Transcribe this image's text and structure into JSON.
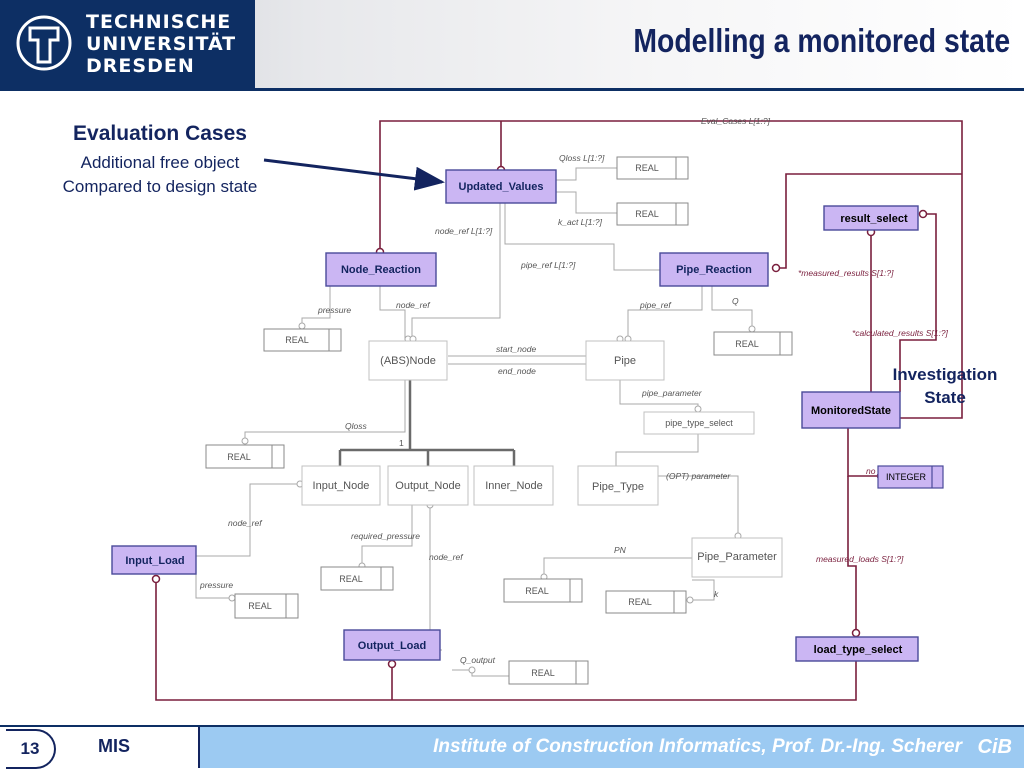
{
  "header": {
    "logo_lines": [
      "TECHNISCHE",
      "UNIVERSITÄT",
      "DRESDEN"
    ],
    "title": "Modelling a monitored state"
  },
  "annotations": {
    "eval_title": "Evaluation Cases",
    "eval_line1": "Additional free object",
    "eval_line2": "Compared to design state",
    "investigation_line1": "Investigation",
    "investigation_line2": "State"
  },
  "diagram": {
    "entities": {
      "updated_values": "Updated_Values",
      "node_reaction": "Node_Reaction",
      "pipe_reaction": "Pipe_Reaction",
      "result_select": "result_select",
      "monitored_state": "MonitoredState",
      "input_load": "Input_Load",
      "output_load": "Output_Load",
      "load_type_select": "load_type_select",
      "abs_node": "(ABS)Node",
      "pipe": "Pipe",
      "input_node": "Input_Node",
      "output_node": "Output_Node",
      "inner_node": "Inner_Node",
      "pipe_type": "Pipe_Type",
      "pipe_type_select": "pipe_type_select",
      "pipe_parameter": "Pipe_Parameter"
    },
    "types": {
      "real": "REAL",
      "integer": "INTEGER"
    },
    "relations": {
      "eval_cases": "Eval_Cases L[1:?]",
      "qloss_list": "Qloss L[1:?]",
      "k_act": "k_act L[1:?]",
      "node_ref_list": "node_ref L[1:?]",
      "pipe_ref_list": "pipe_ref L[1:?]",
      "measured_results": "*measured_results S[1:?]",
      "calculated_results": "*calculated_results S[1:?]",
      "pressure": "pressure",
      "node_ref": "node_ref",
      "pipe_ref": "pipe_ref",
      "q": "Q",
      "start_node": "start_node",
      "end_node": "end_node",
      "pipe_parameter": "pipe_parameter",
      "qloss": "Qloss",
      "one": "1",
      "no": "no",
      "opt_parameter": "(OPT) parameter",
      "required_pressure": "required_pressure",
      "pn": "PN",
      "k": "k",
      "measured_loads": "measured_loads S[1:?]",
      "q_output": "Q_output"
    }
  },
  "footer": {
    "page_number": "13",
    "section": "MIS",
    "institute": "Institute of Construction Informatics, Prof. Dr.-Ing. Scherer",
    "logo": "CiB"
  },
  "colors": {
    "navy": "#13245f",
    "relation_line": "#7a1f3d",
    "entity_fill": "#cbb6f3",
    "entity_border": "#4a4a9a",
    "type_border": "#9a9a9a",
    "footer_band": "#9ccaf2"
  }
}
